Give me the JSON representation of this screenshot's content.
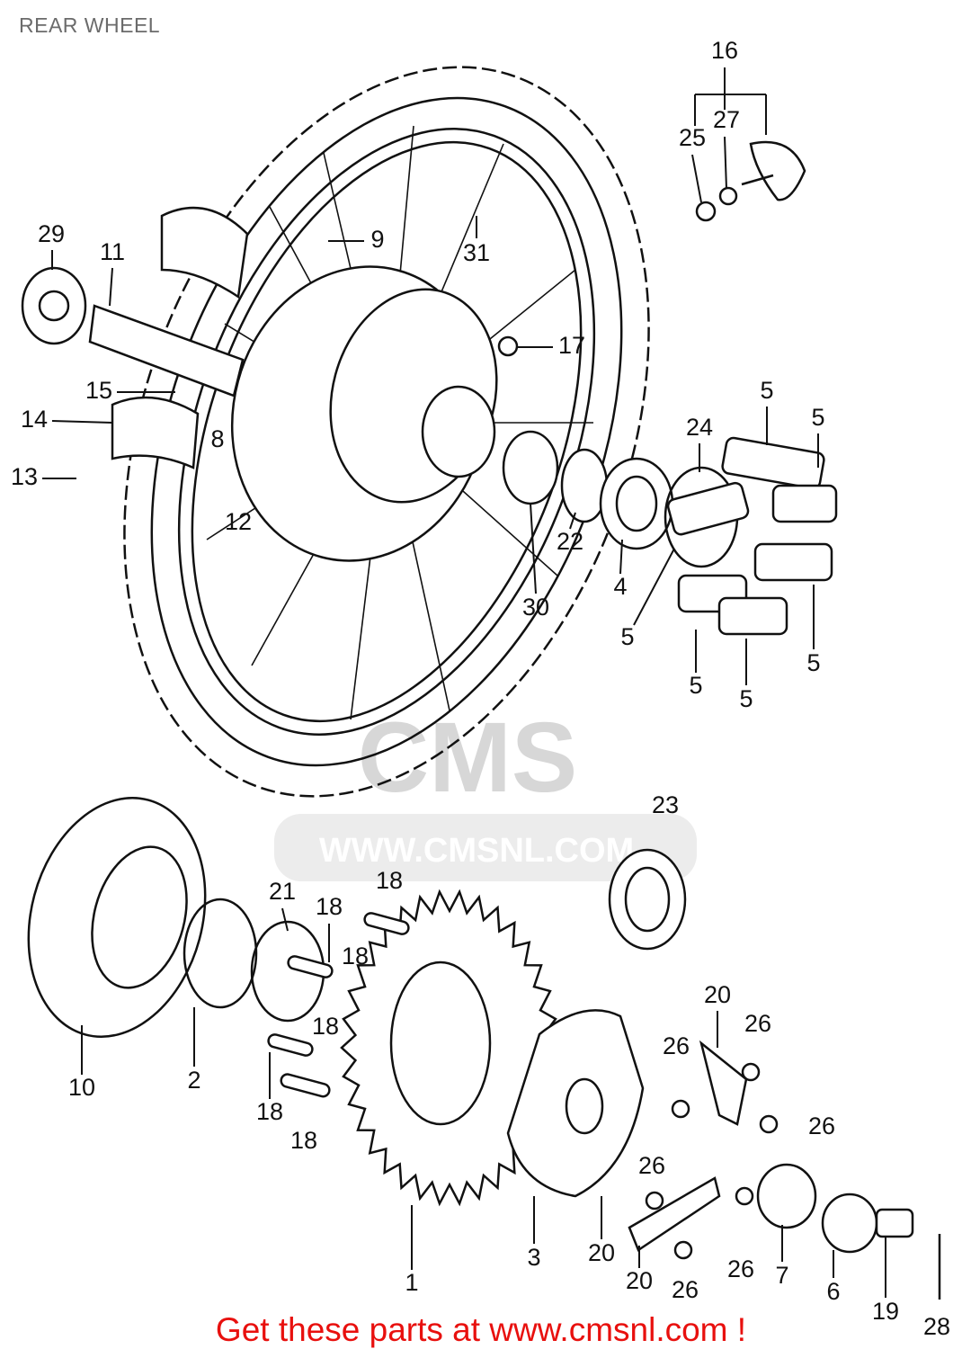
{
  "title": "REAR WHEEL",
  "footer": "Get these parts at www.cmsnl.com !",
  "watermark": {
    "logo": "CMS",
    "url": "WWW.CMSNL.COM"
  },
  "callouts": [
    "16",
    "27",
    "25",
    "29",
    "11",
    "9",
    "31",
    "17",
    "15",
    "14",
    "5",
    "5",
    "24",
    "8",
    "13",
    "12",
    "22",
    "4",
    "30",
    "5",
    "5",
    "5",
    "5",
    "23",
    "18",
    "21",
    "18",
    "18",
    "18",
    "20",
    "26",
    "26",
    "10",
    "2",
    "26",
    "18",
    "18",
    "26",
    "20",
    "3",
    "1",
    "26",
    "7",
    "6",
    "20",
    "26",
    "19",
    "28"
  ],
  "colors": {
    "footer": "#e8100e",
    "title": "#6b6b6b",
    "watermark": "#d7d7d7"
  }
}
